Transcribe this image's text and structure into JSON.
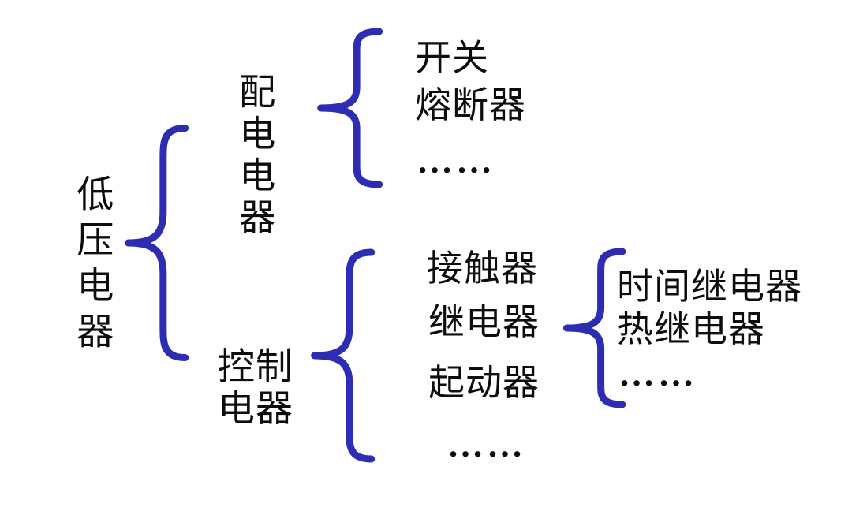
{
  "colors": {
    "brace_blue": "#2d2db4",
    "text_black": "#0d0d0d",
    "background": "#ffffff"
  },
  "icons": {
    "brace_shape": "left-pointing-curly-brace"
  },
  "tree": {
    "root": {
      "label": "低压电器"
    },
    "branches": [
      {
        "label": "配电电器",
        "items": [
          "开关",
          "熔断器",
          "……"
        ]
      },
      {
        "label": "控制电器",
        "label_lines": [
          "控制",
          "电器"
        ],
        "items": [
          "接触器",
          "继电器",
          "起动器",
          "……"
        ],
        "sub": {
          "parent_item": "继电器",
          "items": [
            "时间继电器",
            "热继电器",
            "……"
          ]
        }
      }
    ]
  }
}
